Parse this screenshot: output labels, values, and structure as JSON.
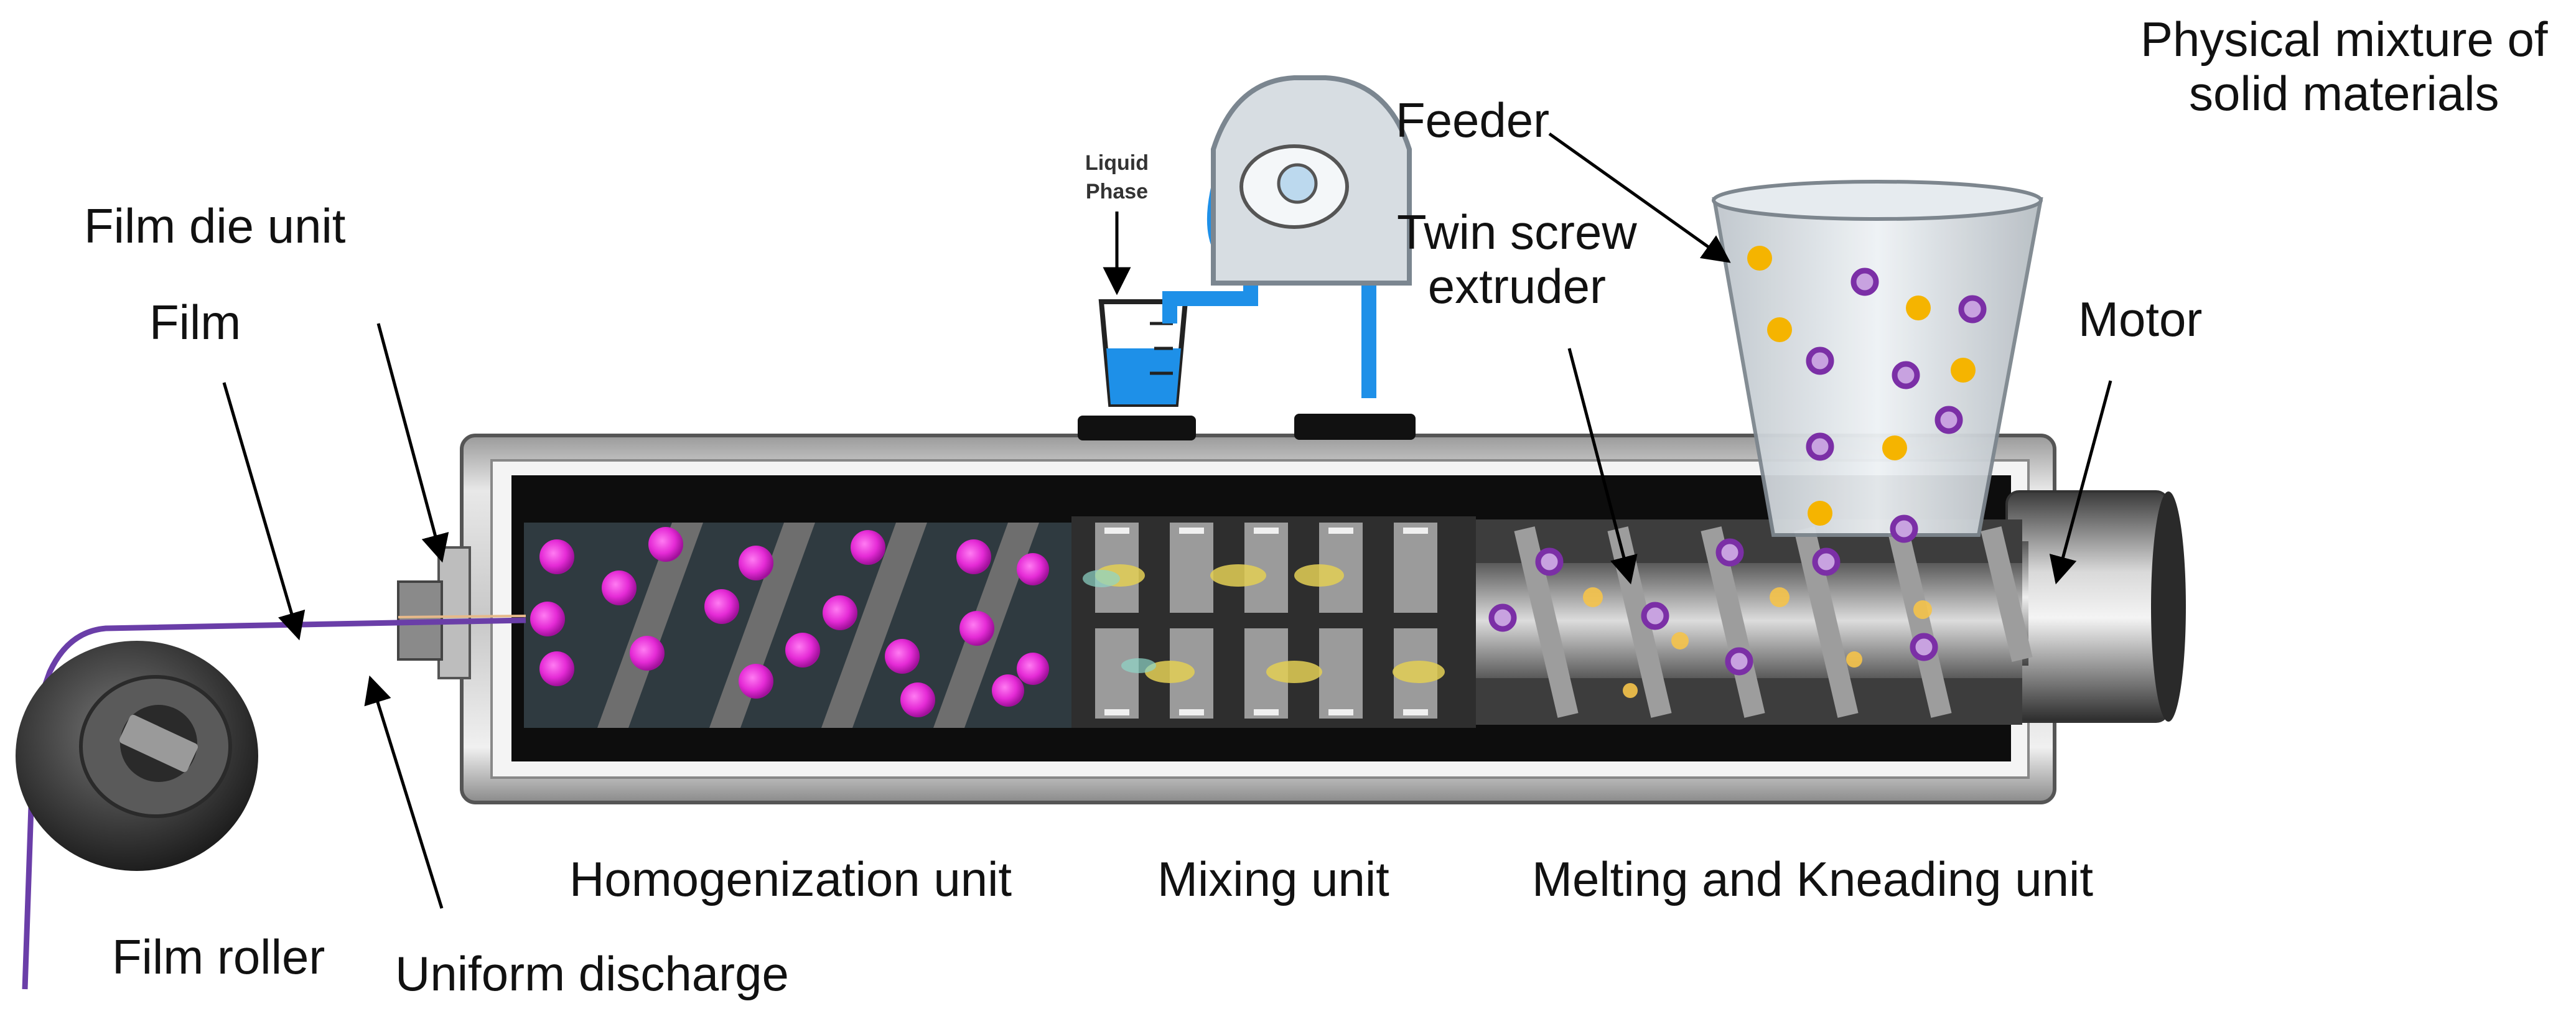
{
  "labels": {
    "physical_mixture": [
      "Physical mixture of",
      "solid materials"
    ],
    "feeder": "Feeder",
    "twin_screw": [
      "Twin screw",
      "extruder"
    ],
    "motor": "Motor",
    "film_die_unit": "Film die unit",
    "film": "Film",
    "homogenization_unit": "Homogenization unit",
    "mixing_unit": "Mixing unit",
    "melting_kneading_unit": "Melting and Kneading unit",
    "film_roller": "Film roller",
    "uniform_discharge": "Uniform discharge",
    "liquid_phase": [
      "Liquid",
      "Phase"
    ]
  },
  "colors": {
    "barrel_outer": "#d9d9d9",
    "barrel_dark": "#0d0d0d",
    "liquid": "#1e90e8",
    "drug_particle": "#e52bd6",
    "solid_yellow": "#f5b400",
    "solid_purple": "#7b2fa6",
    "film_line": "#6a3ea8"
  },
  "icons": [
    "peristaltic-pump-icon",
    "beaker-icon",
    "feeder-cup-icon",
    "film-roller-icon",
    "motor-icon"
  ]
}
